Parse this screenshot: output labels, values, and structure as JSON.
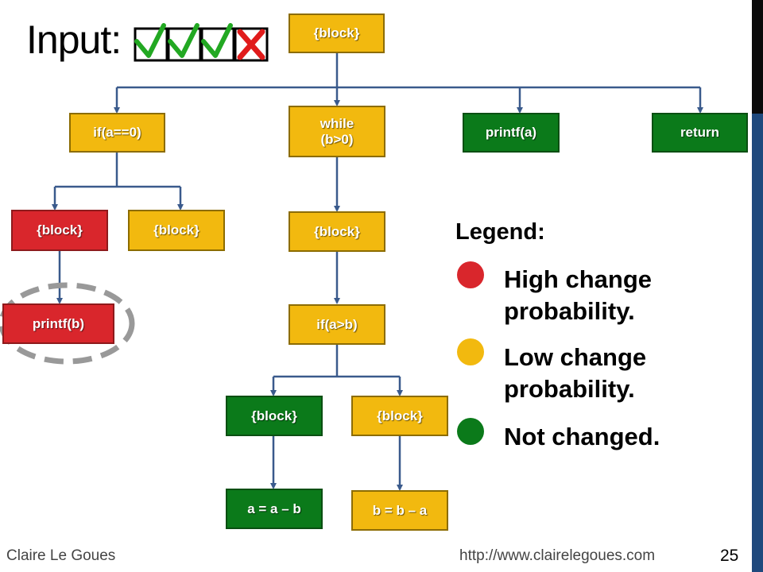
{
  "slide": {
    "title": "Input:",
    "page_number": "25",
    "footer_left": "Claire Le Goues",
    "footer_right": "http://www.clairelegoues.com"
  },
  "input_marks": [
    {
      "mark": "check",
      "color": "#22a822"
    },
    {
      "mark": "check",
      "color": "#22a822"
    },
    {
      "mark": "check",
      "color": "#22a822"
    },
    {
      "mark": "cross",
      "color": "#e01b1b"
    }
  ],
  "nodes": {
    "root_block": {
      "label": "{block}",
      "status": "low"
    },
    "if_a0": {
      "label": "if(a==0)",
      "status": "low"
    },
    "while_b0": {
      "label": "while\n(b>0)",
      "status": "low"
    },
    "printf_a": {
      "label": "printf(a)",
      "status": "unchanged"
    },
    "return_stmt": {
      "label": "return",
      "status": "unchanged"
    },
    "block_red": {
      "label": "{block}",
      "status": "high"
    },
    "block_if_else": {
      "label": "{block}",
      "status": "low"
    },
    "block_while": {
      "label": "{block}",
      "status": "low"
    },
    "printf_b": {
      "label": "printf(b)",
      "status": "high"
    },
    "if_ab": {
      "label": "if(a>b)",
      "status": "low"
    },
    "block_then": {
      "label": "{block}",
      "status": "unchanged"
    },
    "block_else": {
      "label": "{block}",
      "status": "low"
    },
    "assign_a": {
      "label": "a = a – b",
      "status": "unchanged"
    },
    "assign_b": {
      "label": "b = b – a",
      "status": "low"
    }
  },
  "legend": {
    "title": "Legend:",
    "items": [
      {
        "label": "High change probability.",
        "color": "#d9262c"
      },
      {
        "label": "Low change probability.",
        "color": "#f2b90f"
      },
      {
        "label": "Not changed.",
        "color": "#0b7a1a"
      }
    ]
  },
  "colors": {
    "edge": "#3a5a8c",
    "highlight_ring": "#999999",
    "sidebar": "#1f497d"
  }
}
